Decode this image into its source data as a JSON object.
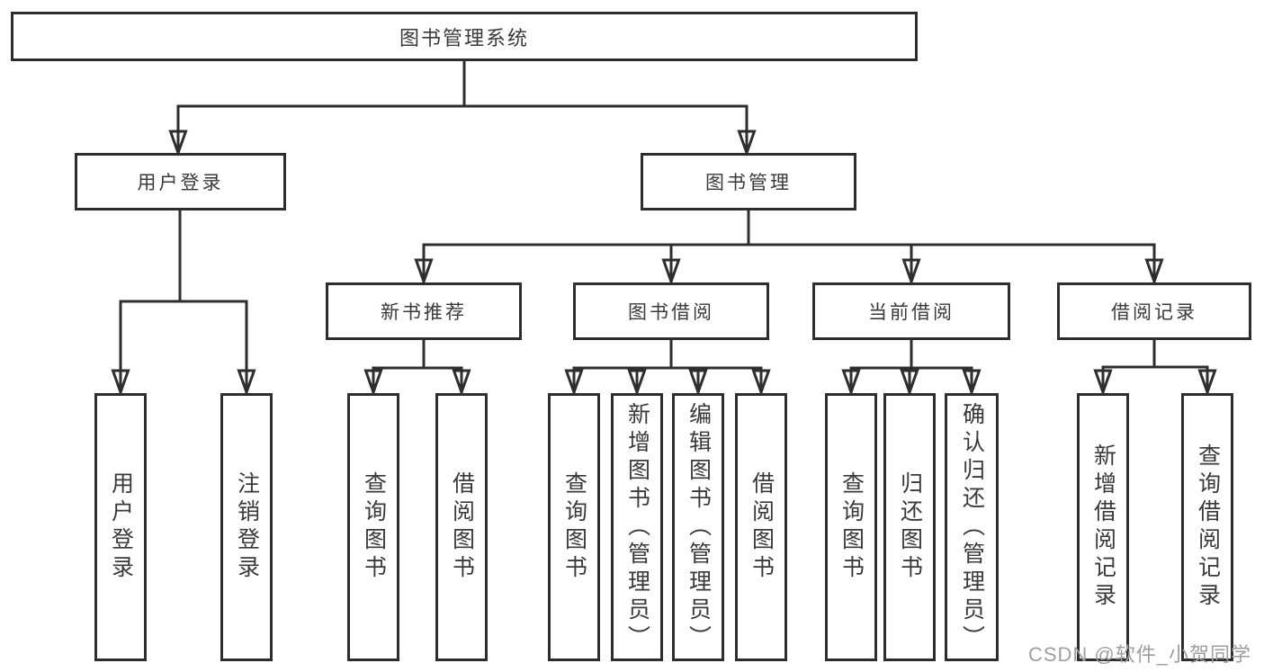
{
  "diagram": {
    "title": "图书管理系统",
    "nodes": {
      "root": "图书管理系统",
      "user_login": "用户登录",
      "book_mgmt": "图书管理",
      "new_book": "新书推荐",
      "book_borrow": "图书借阅",
      "current_borrow": "当前借阅",
      "borrow_records": "借阅记录",
      "leaves": {
        "user_login": [
          "用户登录",
          "注销登录"
        ],
        "new_book": [
          "查询图书",
          "借阅图书"
        ],
        "book_borrow": [
          "查询图书",
          "新增图书（管理员）",
          "编辑图书（管理员）",
          "借阅图书"
        ],
        "current_borrow": [
          "查询图书",
          "归还图书",
          "确认归还（管理员）"
        ],
        "borrow_records": [
          "新增借阅记录",
          "查询借阅记录"
        ]
      }
    },
    "colors": {
      "line": "#2e2e2e",
      "text": "#3a3a3a",
      "watermark": "#9f9f9f",
      "background": "#ffffff"
    }
  },
  "watermark": "CSDN @软件_小贺同学"
}
